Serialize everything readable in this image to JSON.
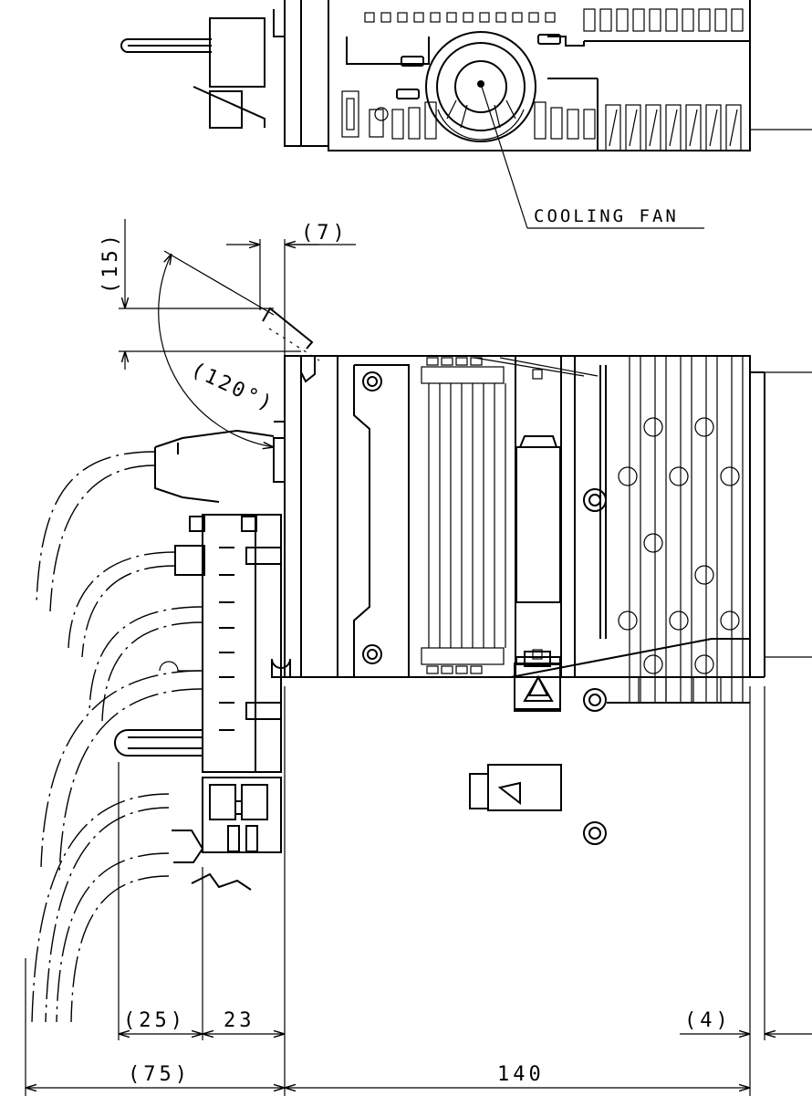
{
  "callout": {
    "cooling_fan": "COOLING FAN"
  },
  "dimensions": {
    "d7": "(7)",
    "d15": "(15)",
    "angle": "(120°)",
    "d25": "(25)",
    "d23": "23",
    "d4": "(4)",
    "d75": "(75)",
    "d140": "140"
  }
}
